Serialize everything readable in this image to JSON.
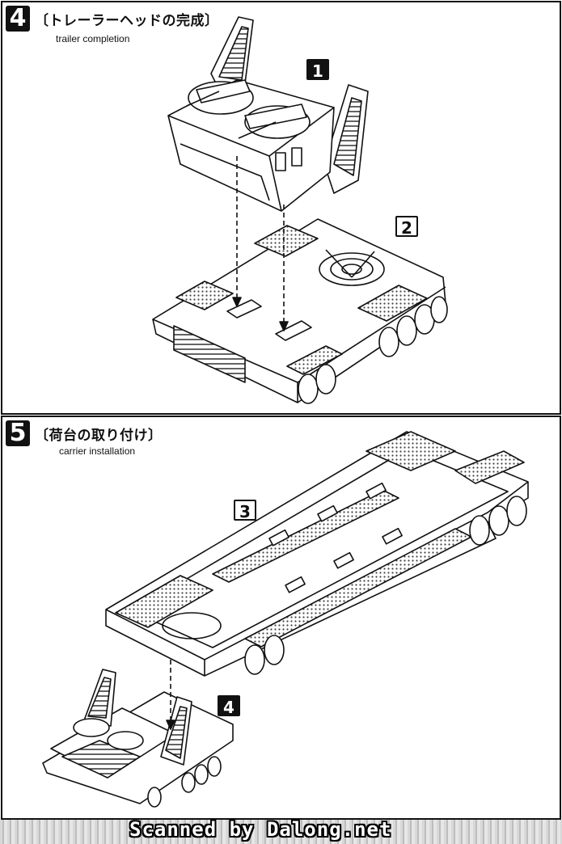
{
  "steps": [
    {
      "number": "4",
      "title_ja": "〔トレーラーヘッドの完成〕",
      "title_en": "trailer completion",
      "parts": [
        "1",
        "2"
      ]
    },
    {
      "number": "5",
      "title_ja": "〔荷台の取り付け〕",
      "title_en": "carrier installation",
      "parts": [
        "3",
        "4"
      ]
    }
  ],
  "watermark": "Scanned by Dalong.net",
  "colors": {
    "ink": "#111111",
    "paper": "#ffffff",
    "screen": "#bdbdbd"
  }
}
